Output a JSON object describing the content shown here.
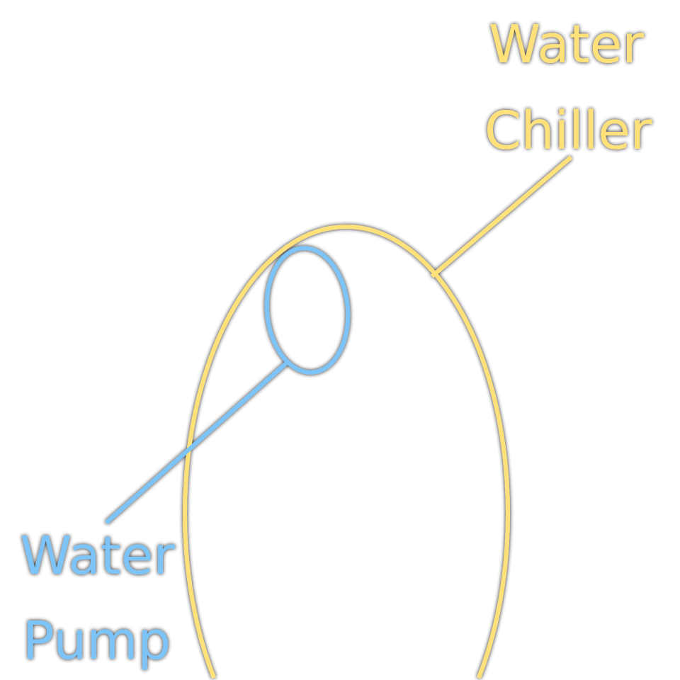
{
  "labels": {
    "chiller": {
      "line1": "Water",
      "line2": "Chiller",
      "color": "#FFE17A"
    },
    "pump": {
      "line1": "Water",
      "line2": "Pump",
      "color": "#7CC4F8"
    }
  },
  "colors": {
    "background": "#FFFFFF",
    "shadow": "#000000"
  }
}
